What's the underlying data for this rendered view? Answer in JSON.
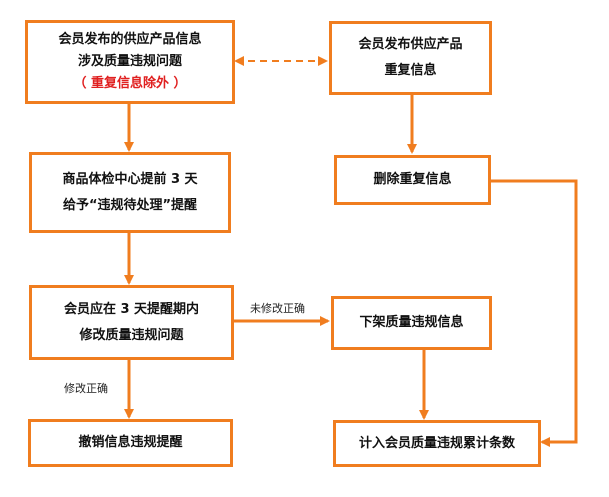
{
  "boxes": {
    "b1": {
      "line1": "会员发布的供应产品信息",
      "line2": "涉及质量违规问题",
      "note": "（ 重复信息除外 ）"
    },
    "b2": {
      "line1": "会员发布供应产品",
      "line2": "重复信息"
    },
    "b3": {
      "line1": "商品体检中心提前 3 天",
      "line2": "给予“违规待处理”提醒"
    },
    "b4": {
      "line1": "删除重复信息"
    },
    "b5": {
      "line1": "会员应在 3 天提醒期内",
      "line2": "修改质量违规问题"
    },
    "b6": {
      "line1": "下架质量违规信息"
    },
    "b7": {
      "line1": "撤销信息违规提醒"
    },
    "b8": {
      "line1": "计入会员质量违规累计条数"
    }
  },
  "labels": {
    "not_corrected": "未修改正确",
    "corrected": "修改正确"
  },
  "colors": {
    "accent": "#f07d1f",
    "note": "#e02020"
  }
}
